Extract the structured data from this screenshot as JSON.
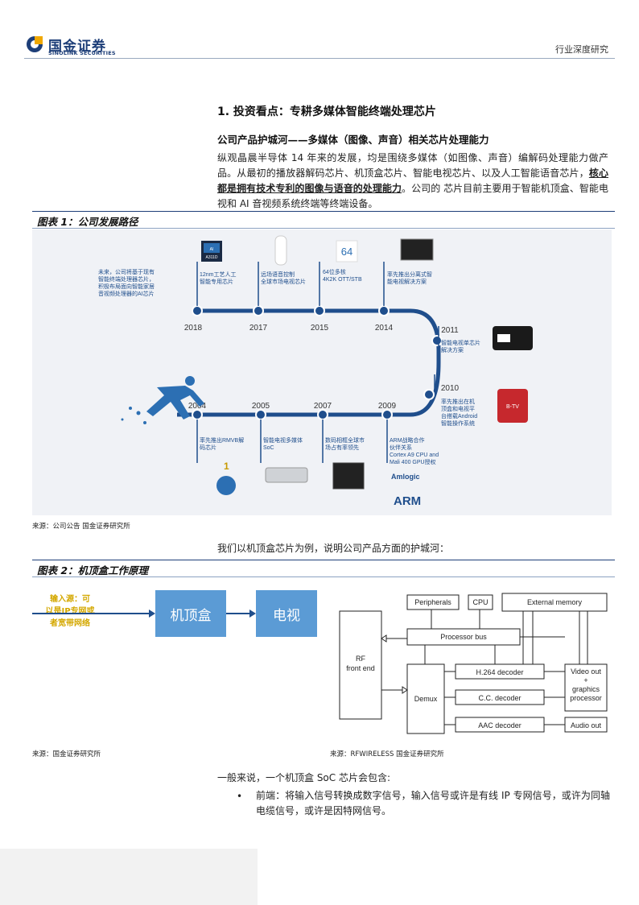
{
  "header": {
    "logo_cn": "国金证券",
    "logo_en": "SINOLINK SECURITIES",
    "right_label": "行业深度研究"
  },
  "section_title": "1.  投资看点：专耕多媒体智能终端处理芯片",
  "sub_title": "公司产品护城河——多媒体（图像、声音）相关芯片处理能力",
  "paragraph": {
    "before": "纵观晶晨半导体 14 年来的发展，均是围绕多媒体（如图像、声音）编解码处理能力做产品。从最初的播放器解码芯片、机顶盒芯片、智能电视芯片、以及人工智能语音芯片，",
    "emphasis": "核心都是拥有技术专利的图像与语音的处理能力",
    "after": "。公司的  芯片目前主要用于智能机顶盒、智能电视和 AI 音视频系统终端等终端设备。"
  },
  "figure1": {
    "caption": "图表 1：公司发展路径",
    "source": "来源：公司公告  国金证券研究所",
    "top_row": [
      {
        "year": "2018",
        "text": [
          "未来，公司将基于现有",
          "智能终端处理器芯片，",
          "积极布局面向智能家居",
          "音视频处理器的AI芯片"
        ]
      },
      {
        "year": "2017",
        "text": [
          "12nm工艺人工",
          "智能专用芯片"
        ]
      },
      {
        "year": "2015",
        "text": [
          "远场语音控制",
          "全球市场电视芯片"
        ]
      },
      {
        "year": "2014",
        "text": [
          "64位多核",
          "4K2K OTT/STB"
        ]
      },
      {
        "year": "",
        "text": [
          "率先推出分离式智",
          "能电视解决方案"
        ]
      }
    ],
    "right_items": [
      {
        "year": "2011",
        "text": [
          "智能电视单芯片",
          "解决方案"
        ]
      },
      {
        "year": "2010",
        "text": [
          "率先推出在机",
          "顶盒和电视平",
          "台搭载Android",
          "智能操作系统"
        ]
      }
    ],
    "bottom_row": [
      {
        "year": "2004",
        "text": [
          "率先推出RMVB解",
          "码芯片"
        ]
      },
      {
        "year": "2005",
        "text": [
          "智能电视多媒体",
          "SoC"
        ]
      },
      {
        "year": "2007",
        "text": [
          "数码相框全球市",
          "场占有率领先"
        ]
      },
      {
        "year": "2009",
        "text": [
          "ARM战略合作",
          "伙伴关系",
          "Cortex A9 CPU and",
          "Mali 400 GPU授权"
        ]
      }
    ],
    "chip_label": "A311D",
    "ai_label": "AI",
    "bit_label": "64",
    "rank_label": "1",
    "brand_amlogic": "Amlogic",
    "brand_arm": "ARM",
    "tv_label": "B-TV"
  },
  "lead2": "我们以机顶盒芯片为例，说明公司产品方面的护城河：",
  "figure2": {
    "caption": "图表 2：机顶盒工作原理",
    "left": {
      "input_lines": [
        "输入源：可",
        "以是IP专网或",
        "者宽带网络"
      ],
      "box1": "机顶盒",
      "box2": "电视"
    },
    "right": {
      "rf": [
        "RF",
        "front end"
      ],
      "peripherals": "Peripherals",
      "cpu": "CPU",
      "external_memory": "External memory",
      "processor_bus": "Processor bus",
      "demux": "Demux",
      "h264": "H.264 decoder",
      "cc": "C.C. decoder",
      "aac": "AAC decoder",
      "video_out": [
        "Video out",
        "+",
        "graphics",
        "processor"
      ],
      "audio_out": "Audio out"
    },
    "source_left": "来源：国金证券研究所",
    "source_right": "来源：RFWIRELESS 国金证券研究所"
  },
  "lead3": "一般来说，一个机顶盒 SoC 芯片会包含:",
  "bullet": {
    "mark": "•",
    "text": "前端：将输入信号转换成数字信号，输入信号或许是有线 IP 专网信号，或许为同轴电缆信号，或许是因特网信号。"
  },
  "colors": {
    "brand_navy": "#1d3e78",
    "timeline_blue": "#1f4e8c",
    "box_blue": "#5b9bd5",
    "input_yellow": "#d4a800"
  }
}
